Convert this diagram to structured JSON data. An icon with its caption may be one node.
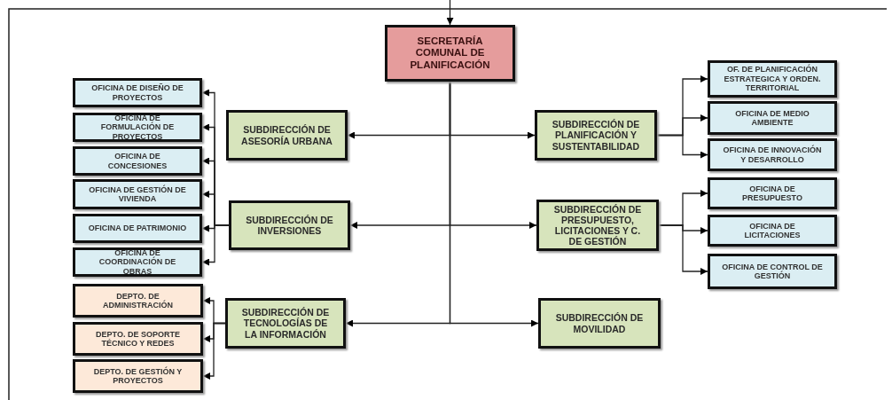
{
  "diagram": {
    "nodes": [
      {
        "text": [
          "SECRETARÍA COMUNAL DE PLANIFICACIÓN"
        ]
      },
      {
        "text": [
          "SUBDIRECCIÓN DE ASESORÍA URBANA"
        ]
      },
      {
        "text": [
          "SUBDIRECCIÓN DE PLANIFICACIÓN Y SUSTENTABILIDAD"
        ]
      },
      {
        "text": [
          "SUBDIRECCIÓN DE INVERSIONES"
        ]
      },
      {
        "text": [
          "SUBDIRECCIÓN DE PRESUPUESTO, LICITACIONES Y C. DE GESTIÓN"
        ]
      },
      {
        "text": [
          "SUBDIRECCIÓN DE TECNOLOGÍAS DE LA INFORMACIÓN"
        ]
      },
      {
        "text": [
          "SUBDIRECCIÓN DE MOVILIDAD"
        ]
      },
      {
        "text": [
          "OFICINA DE DISEÑO DE PROYECTOS"
        ]
      },
      {
        "text": [
          "OFICINA DE FORMULACIÓN DE PROYECTOS"
        ]
      },
      {
        "text": [
          "OFICINA DE CONCESIONES"
        ]
      },
      {
        "text": [
          "OFICINA DE GESTIÓN DE VIVIENDA"
        ]
      },
      {
        "text": [
          "OFICINA DE PATRIMONIO"
        ]
      },
      {
        "text": [
          "OFICINA DE COORDINACIÓN DE OBRAS"
        ]
      },
      {
        "text": [
          "DEPTO. DE ADMINISTRACIÓN"
        ]
      },
      {
        "text": [
          "DEPTO. DE SOPORTE TÉCNICO Y REDES"
        ]
      },
      {
        "text": [
          "DEPTO. DE GESTIÓN Y PROYECTOS"
        ]
      },
      {
        "text": [
          "OF. DE PLANIFICACIÓN ESTRATEGICA Y ORDEN. TERRITORIAL"
        ]
      },
      {
        "text": [
          "OFICINA DE MEDIO AMBIENTE"
        ]
      },
      {
        "text": [
          "OFICINA DE INNOVACIÓN Y DESARROLLO"
        ]
      },
      {
        "text": [
          "OFICINA DE PRESUPUESTO"
        ]
      },
      {
        "text": [
          "OFICINA DE LICITACIONES"
        ]
      },
      {
        "text": [
          "OFICINA DE CONTROL DE GESTIÓN"
        ]
      }
    ],
    "edges": [
      {
        "from": null,
        "to": 0,
        "arrow": "to"
      },
      {
        "from": 0,
        "to": 1,
        "arrow": "to"
      },
      {
        "from": 0,
        "to": 2,
        "arrow": "to"
      },
      {
        "from": 0,
        "to": 3,
        "arrow": "to"
      },
      {
        "from": 0,
        "to": 4,
        "arrow": "to"
      },
      {
        "from": 0,
        "to": 5,
        "arrow": "to"
      },
      {
        "from": 0,
        "to": 6,
        "arrow": "to"
      },
      {
        "from": 3,
        "to": 7,
        "arrow": "to"
      },
      {
        "from": 3,
        "to": 8,
        "arrow": "to"
      },
      {
        "from": 3,
        "to": 9,
        "arrow": "to"
      },
      {
        "from": 3,
        "to": 10,
        "arrow": "to"
      },
      {
        "from": 3,
        "to": 11,
        "arrow": "to"
      },
      {
        "from": 3,
        "to": 12,
        "arrow": "to"
      },
      {
        "from": 5,
        "to": 13,
        "arrow": "to"
      },
      {
        "from": 5,
        "to": 14,
        "arrow": "to"
      },
      {
        "from": 5,
        "to": 15,
        "arrow": "to"
      },
      {
        "from": 2,
        "to": 16,
        "arrow": "to"
      },
      {
        "from": 2,
        "to": 17,
        "arrow": "to"
      },
      {
        "from": 2,
        "to": 18,
        "arrow": "to"
      },
      {
        "from": 4,
        "to": 19,
        "arrow": "to"
      },
      {
        "from": 4,
        "to": 20,
        "arrow": "to"
      },
      {
        "from": 4,
        "to": 21,
        "arrow": "to"
      }
    ]
  }
}
